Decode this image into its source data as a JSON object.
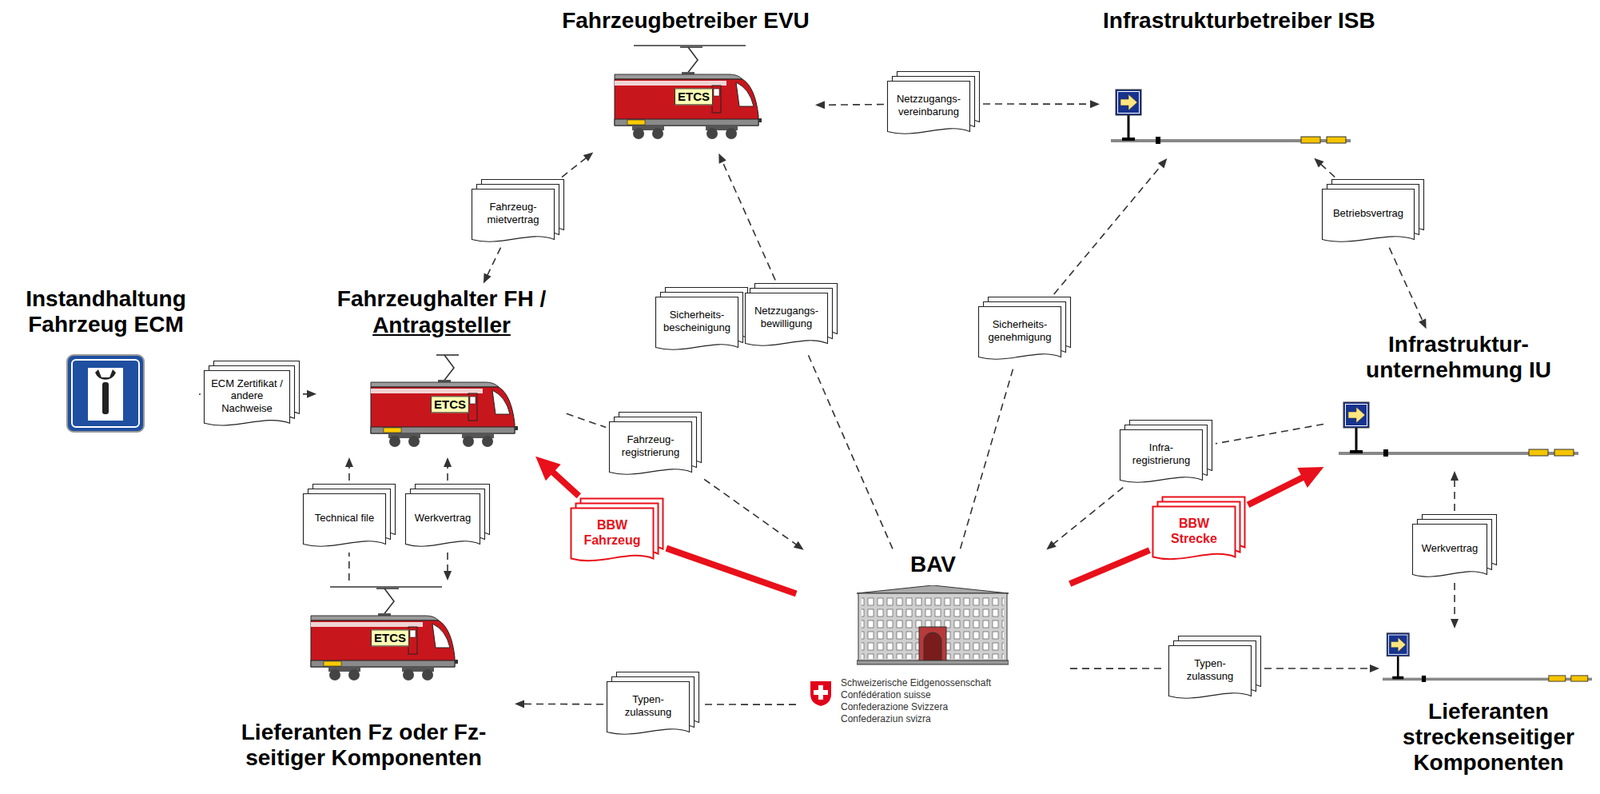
{
  "diagram": {
    "nodes": [
      {
        "text": [
          "Fahrzeugbetreiber EVU",
          "ETCS"
        ]
      },
      {
        "text": [
          "Netzzugangs- vereinbarung"
        ]
      },
      {
        "text": [
          "Infrastrukturbetreiber ISB"
        ]
      },
      {
        "text": [
          "Fahrzeug- mietvertrag"
        ]
      },
      {
        "text": [
          "Betriebsvertrag"
        ]
      },
      {
        "text": [
          "Instandhaltung Fahrzeug ECM"
        ]
      },
      {
        "text": [
          "Fahrzeughalter FH /",
          "Antragsteller",
          "ETCS"
        ]
      },
      {
        "text": [
          "ECM Zertifikat / andere Nachweise"
        ]
      },
      {
        "text": [
          "Sicherheits- bescheinigung"
        ]
      },
      {
        "text": [
          "Netzzugangs- bewilligung"
        ]
      },
      {
        "text": [
          "Sicherheits- genehmigung"
        ]
      },
      {
        "text": [
          "Infrastruktur- unternehmung IU"
        ]
      },
      {
        "text": [
          "Fahrzeug- registrierung"
        ]
      },
      {
        "text": [
          "Infra- registrierung"
        ]
      },
      {
        "text": [
          "BBW Fahrzeug"
        ]
      },
      {
        "text": [
          "BBW Strecke"
        ]
      },
      {
        "text": [
          "Technical file"
        ]
      },
      {
        "text": [
          "Werkvertrag"
        ]
      },
      {
        "text": [
          "BAV",
          "Schweizerische Eidgenossenschaft Confédération suisse Confederazione Svizzera Confederaziun svizra"
        ]
      },
      {
        "text": [
          "Werkvertrag"
        ]
      },
      {
        "text": [
          "Lieferanten Fz oder Fz-seitiger Komponenten",
          "ETCS"
        ]
      },
      {
        "text": [
          "Typen- zulassung"
        ]
      },
      {
        "text": [
          "Typen- zulassung"
        ]
      },
      {
        "text": [
          "Lieferanten streckenseitiger Komponenten"
        ]
      }
    ],
    "edges": [
      {
        "from": 1,
        "to": 0,
        "arrow": "to"
      },
      {
        "from": 1,
        "to": 2,
        "arrow": "to"
      },
      {
        "from": 3,
        "to": 0,
        "arrow": "to"
      },
      {
        "from": 3,
        "to": 6,
        "arrow": "to"
      },
      {
        "from": 4,
        "to": 2,
        "arrow": "to"
      },
      {
        "from": 4,
        "to": 11,
        "arrow": "to"
      },
      {
        "from": 5,
        "to": 7,
        "arrow": "none"
      },
      {
        "from": 7,
        "to": 6,
        "arrow": "to"
      },
      {
        "from": 18,
        "to": 9,
        "arrow": "none"
      },
      {
        "from": 9,
        "to": 0,
        "arrow": "to"
      },
      {
        "from": 18,
        "to": 10,
        "arrow": "none"
      },
      {
        "from": 10,
        "to": 2,
        "arrow": "to"
      },
      {
        "from": 6,
        "to": 12,
        "arrow": "none"
      },
      {
        "from": 12,
        "to": 18,
        "arrow": "to"
      },
      {
        "from": 11,
        "to": 13,
        "arrow": "none"
      },
      {
        "from": 13,
        "to": 18,
        "arrow": "to"
      },
      {
        "from": 18,
        "to": 14,
        "arrow": "none"
      },
      {
        "from": 14,
        "to": 6,
        "arrow": "to"
      },
      {
        "from": 18,
        "to": 15,
        "arrow": "none"
      },
      {
        "from": 15,
        "to": 11,
        "arrow": "to"
      },
      {
        "from": 20,
        "to": 16,
        "arrow": "none"
      },
      {
        "from": 16,
        "to": 6,
        "arrow": "to"
      },
      {
        "from": 17,
        "to": 6,
        "arrow": "to"
      },
      {
        "from": 17,
        "to": 20,
        "arrow": "to"
      },
      {
        "from": 19,
        "to": 11,
        "arrow": "to"
      },
      {
        "from": 19,
        "to": 23,
        "arrow": "to"
      },
      {
        "from": 18,
        "to": 21,
        "arrow": "none"
      },
      {
        "from": 21,
        "to": 20,
        "arrow": "to"
      },
      {
        "from": 18,
        "to": 22,
        "arrow": "none"
      },
      {
        "from": 22,
        "to": 23,
        "arrow": "to"
      }
    ]
  }
}
